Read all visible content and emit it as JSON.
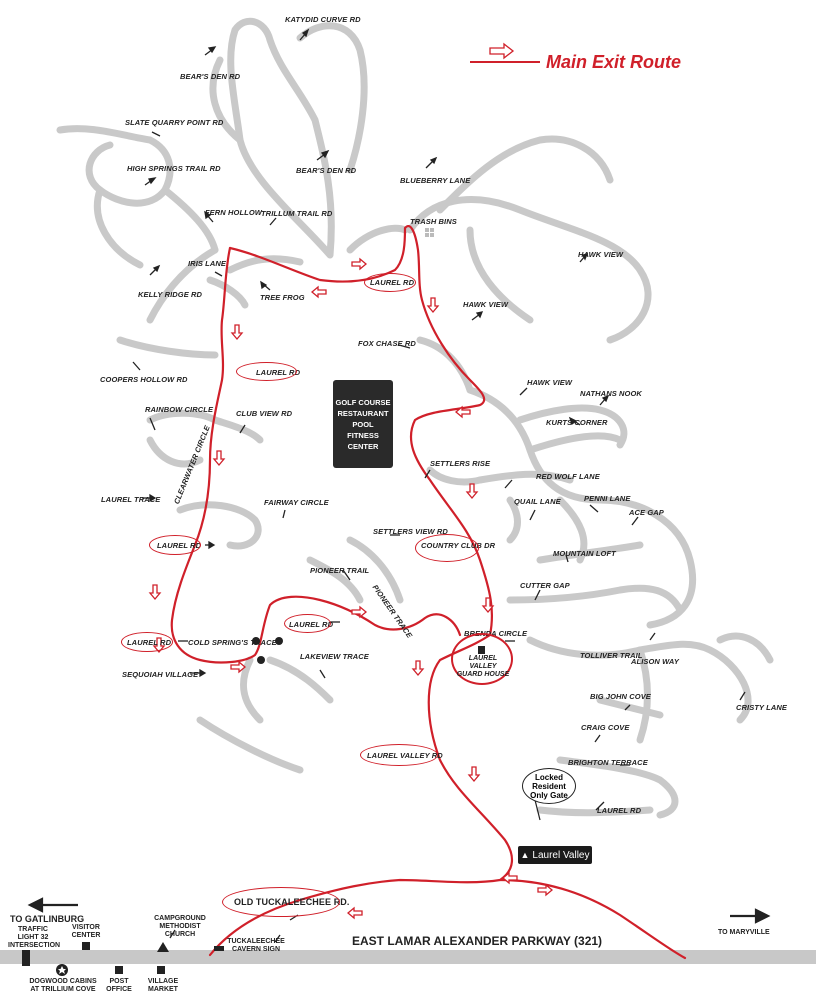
{
  "legend": {
    "label": "Main Exit Route",
    "route_color": "#d0202a"
  },
  "center": {
    "lines": [
      "GOLF COURSE",
      "RESTAURANT",
      "POOL",
      "FITNESS",
      "CENTER"
    ]
  },
  "streets": {
    "katydid_curve": "KATYDID CURVE RD",
    "bears_den_1": "BEAR'S DEN RD",
    "bears_den_2": "BEAR'S DEN RD",
    "slate_quarry": "SLATE QUARRY POINT RD",
    "high_springs": "HIGH SPRINGS TRAIL RD",
    "blueberry": "BLUEBERRY LANE",
    "trash_bins": "TRASH BINS",
    "fern_hollow": "FERN HOLLOW",
    "trillum": "TRILLUM TRAIL RD",
    "hawk_view_1": "HAWK VIEW",
    "iris": "IRIS LANE",
    "tree_frog": "TREE FROG",
    "kelly_ridge": "KELLY RIDGE RD",
    "laurel_rd_top": "LAUREL RD",
    "hawk_view_2": "HAWK VIEW",
    "fox_chase": "FOX CHASE RD",
    "laurel_rd_left": "LAUREL RD",
    "coopers_hollow": "COOPERS HOLLOW RD",
    "hawk_view_3": "HAWK VIEW",
    "nathans_nook": "NATHANS NOOK",
    "rainbow": "RAINBOW CIRCLE",
    "club_view": "CLUB VIEW RD",
    "kurts_corner": "KURTS CORNER",
    "settlers_rise": "SETTLERS RISE",
    "red_wolf": "RED WOLF LANE",
    "laurel_trace": "LAUREL TRACE",
    "clearwater": "CLEARWATER CIRCLE",
    "fairway": "FAIRWAY CIRCLE",
    "quail": "QUAIL LANE",
    "penni": "PENNI LANE",
    "ace_gap": "ACE GAP",
    "settlers_view": "SETTLERS VIEW RD",
    "laurel_rd_mid": "LAUREL RD",
    "country_club": "COUNTRY CLUB DR",
    "mountain_loft": "MOUNTAIN LOFT",
    "pioneer_trail": "PIONEER TRAIL",
    "pioneer_trace": "PIONEER TRACE",
    "cutter_gap": "CUTTER GAP",
    "laurel_rd_low": "LAUREL RD",
    "laurel_rd_pioneer": "LAUREL RD",
    "cold_springs": "COLD SPRING'S TRACE",
    "brenda": "BRENDA CIRCLE",
    "tolliver": "TOLLIVER TRAIL",
    "alison": "ALISON WAY",
    "lakeview": "LAKEVIEW TRACE",
    "sequoyah": "SEQUOIAH VILLAGE",
    "big_john": "BIG JOHN COVE",
    "cristy": "CRISTY LANE",
    "craig_cove": "CRAIG COVE",
    "laurel_valley_rd": "LAUREL VALLEY RD",
    "brighton": "BRIGHTON TERRACE",
    "laurel_rd_bottom": "LAUREL RD",
    "old_tuckaleechee": "OLD TUCKALEECHEE RD."
  },
  "guard_house": "LAUREL VALLEY GUARD HOUSE",
  "gate": {
    "line1": "Locked Resident",
    "line2": "Only Gate"
  },
  "sign": "Laurel Valley",
  "parkway": "EAST LAMAR ALEXANDER PARKWAY (321)",
  "to_gatlinburg": "TO GATLINBURG",
  "to_maryville": "TO MARYVILLE",
  "traffic_light": "TRAFFIC LIGHT 32 INTERSECTION",
  "visitor_center": "VISITOR CENTER",
  "campground_church": "CAMPGROUND METHODIST CHURCH",
  "cavern_sign": "TUCKALEECHEE CAVERN SIGN",
  "dogwood": "DOGWOOD CABINS AT TRILLIUM COVE",
  "post_office": "POST OFFICE",
  "village_market": "VILLAGE MARKET"
}
